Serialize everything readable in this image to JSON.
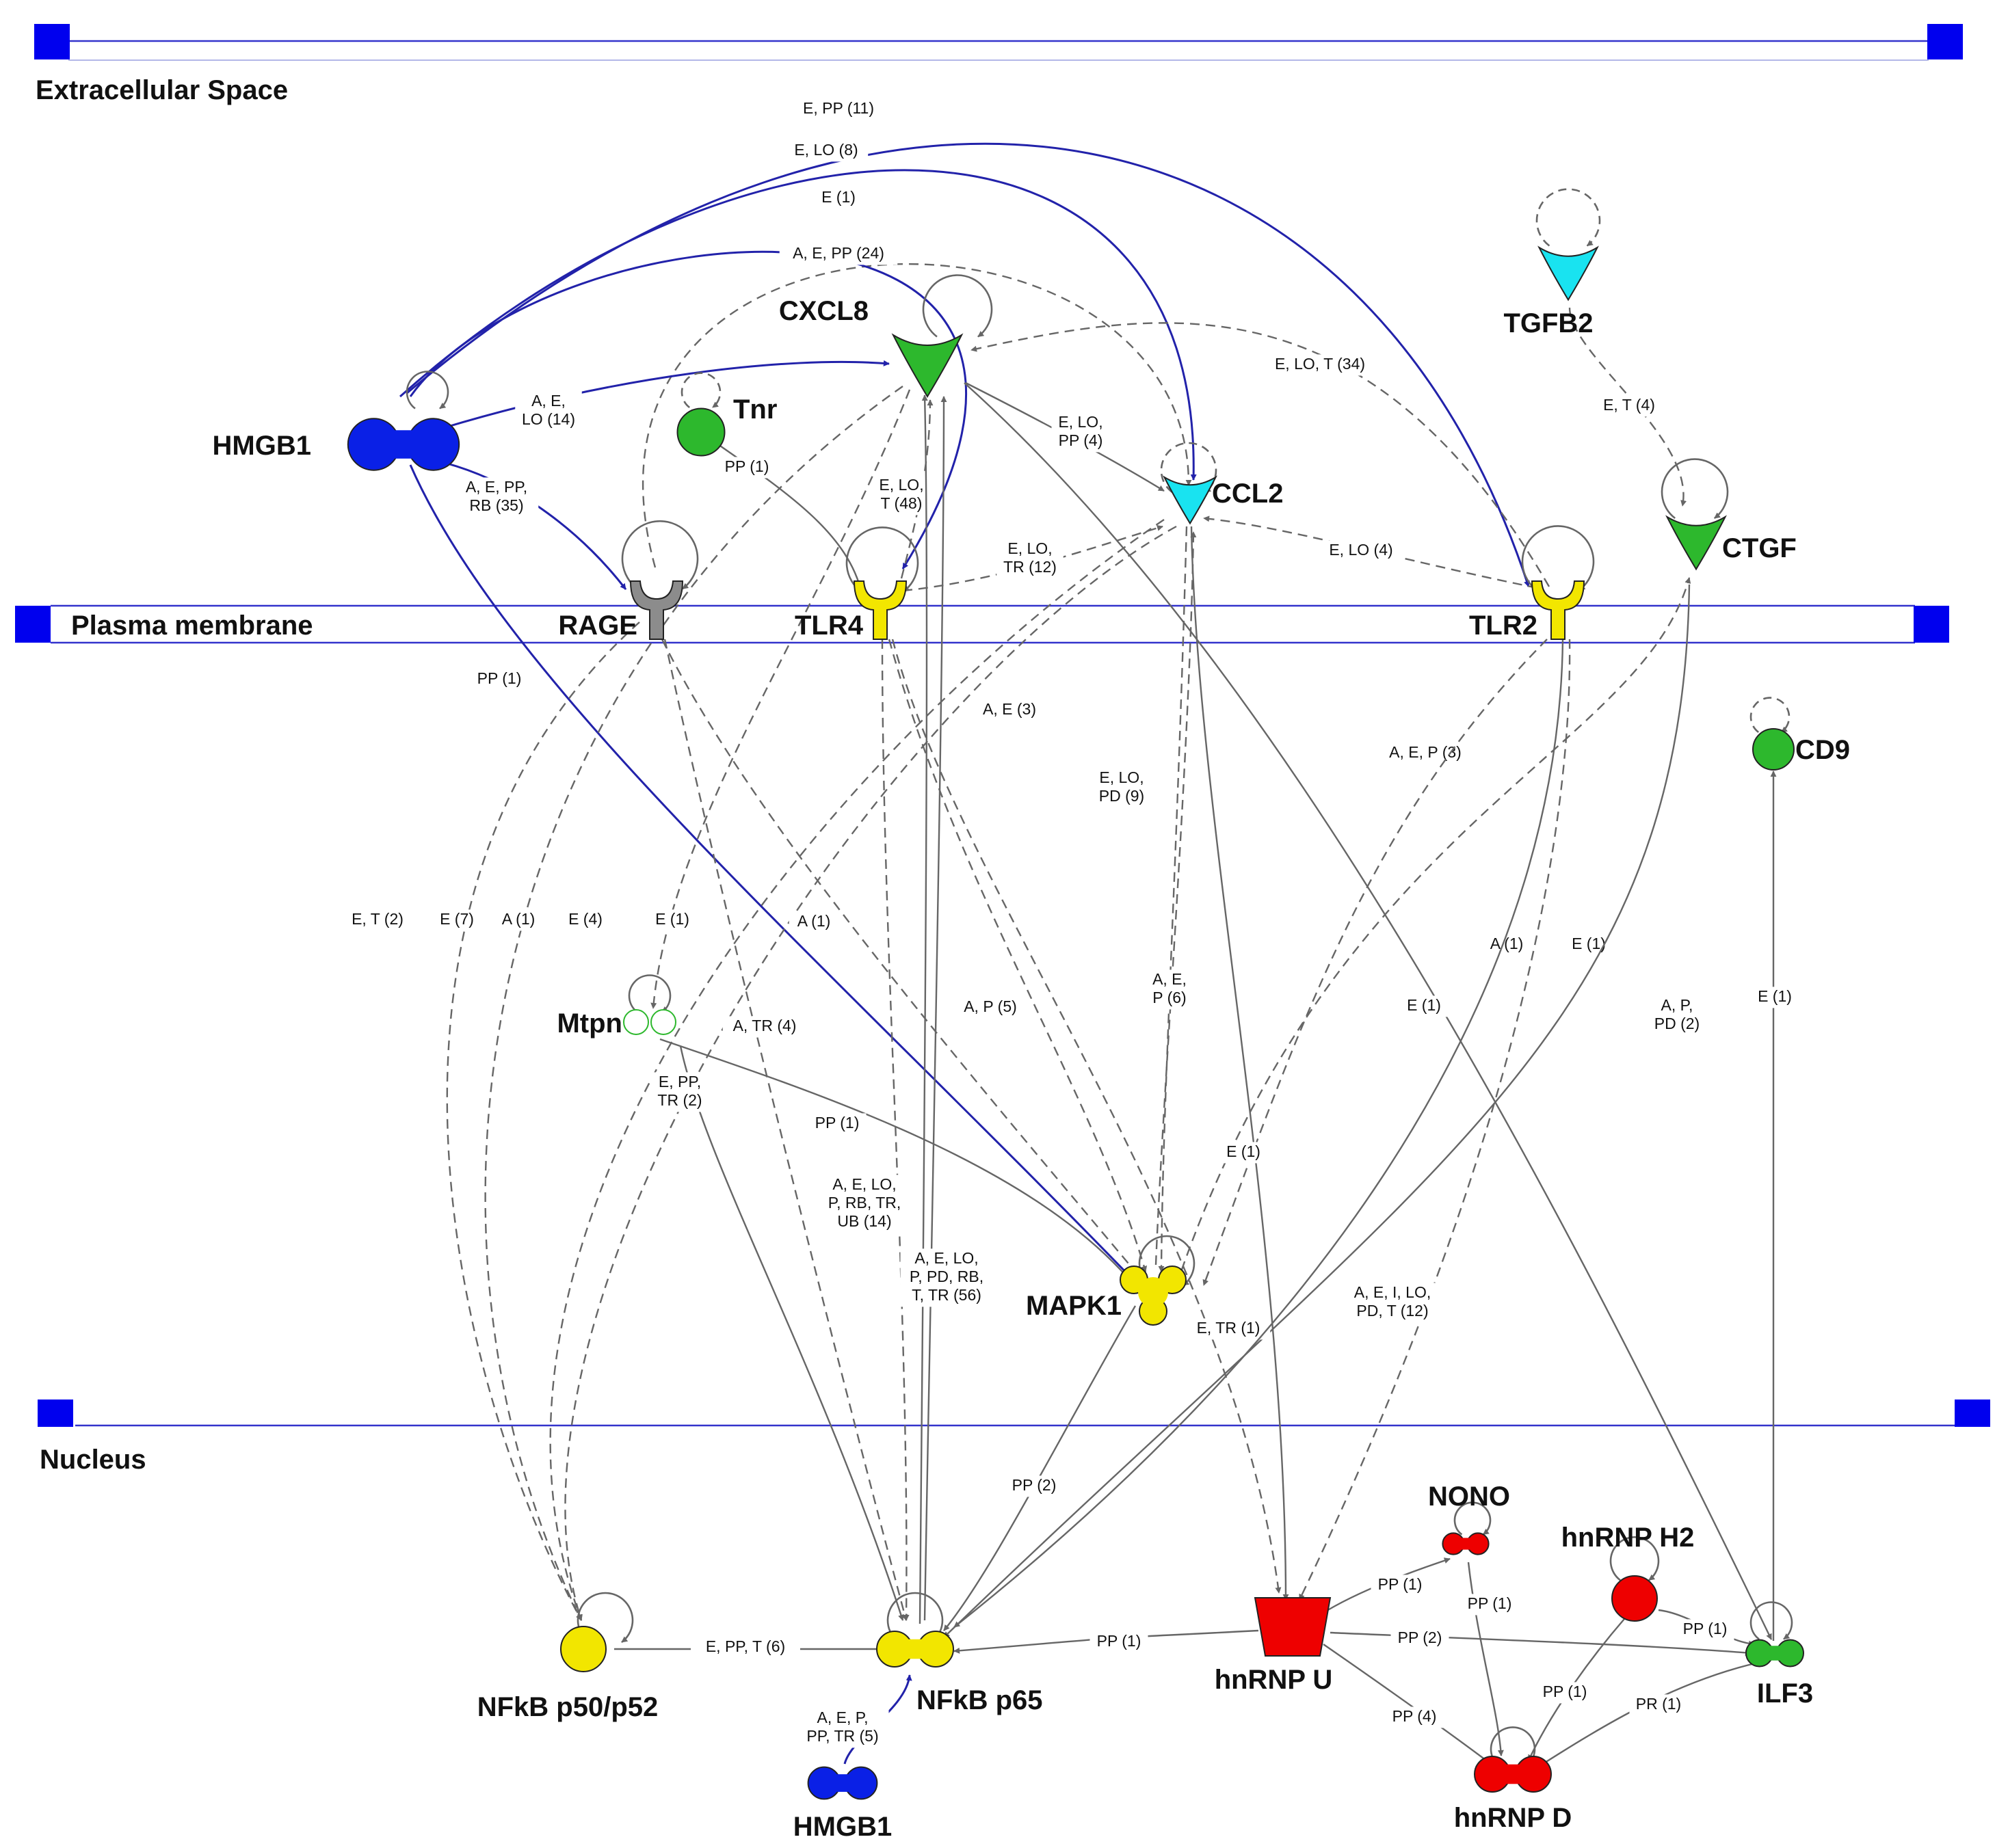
{
  "compartments": [
    {
      "id": "extracellular",
      "label": "Extracellular Space"
    },
    {
      "id": "plasma_membrane",
      "label": "Plasma membrane"
    },
    {
      "id": "nucleus",
      "label": "Nucleus"
    }
  ],
  "colors": {
    "compartment_line": "#3333cc",
    "compartment_marker": "#0000ee",
    "blue_edge": "#2222aa",
    "gray_edge": "#666666",
    "green": "#2db82d",
    "yellow": "#f2e600",
    "cyan": "#19e3f0",
    "blue": "#0a20e6",
    "gray": "#8c8c8c",
    "red": "#ee0000"
  },
  "nodes": [
    {
      "id": "HMGB1_top",
      "label": "HMGB1",
      "shape": "dumbbell",
      "fill": "#0a20e6"
    },
    {
      "id": "Tnr",
      "label": "Tnr",
      "shape": "circle",
      "fill": "#2db82d"
    },
    {
      "id": "CXCL8",
      "label": "CXCL8",
      "shape": "cytokine",
      "fill": "#2db82d"
    },
    {
      "id": "CCL2",
      "label": "CCL2",
      "shape": "cytokine",
      "fill": "#19e3f0"
    },
    {
      "id": "TGFB2",
      "label": "TGFB2",
      "shape": "cytokine",
      "fill": "#19e3f0"
    },
    {
      "id": "CTGF",
      "label": "CTGF",
      "shape": "cytokine",
      "fill": "#2db82d"
    },
    {
      "id": "RAGE",
      "label": "RAGE",
      "shape": "receptor",
      "fill": "#8c8c8c"
    },
    {
      "id": "TLR4",
      "label": "TLR4",
      "shape": "receptor",
      "fill": "#f2e600"
    },
    {
      "id": "TLR2",
      "label": "TLR2",
      "shape": "receptor",
      "fill": "#f2e600"
    },
    {
      "id": "CD9",
      "label": "CD9",
      "shape": "circle",
      "fill": "#2db82d"
    },
    {
      "id": "Mtpn",
      "label": "Mtpn",
      "shape": "dumbbell-outline",
      "fill": "#ffffff"
    },
    {
      "id": "MAPK1",
      "label": "MAPK1",
      "shape": "kinase",
      "fill": "#f2e600"
    },
    {
      "id": "NFkB_p50",
      "label": "NFkB p50/p52",
      "shape": "circle",
      "fill": "#f2e600"
    },
    {
      "id": "NFkB_p65",
      "label": "NFkB p65",
      "shape": "dumbbell",
      "fill": "#f2e600"
    },
    {
      "id": "HMGB1_bottom",
      "label": "HMGB1",
      "shape": "dumbbell",
      "fill": "#0a20e6"
    },
    {
      "id": "hnRNP_U",
      "label": "hnRNP U",
      "shape": "cup",
      "fill": "#ee0000"
    },
    {
      "id": "NONO",
      "label": "NONO",
      "shape": "dumbbell",
      "fill": "#ee0000"
    },
    {
      "id": "hnRNP_H2",
      "label": "hnRNP H2",
      "shape": "circle",
      "fill": "#ee0000"
    },
    {
      "id": "ILF3",
      "label": "ILF3",
      "shape": "dumbbell",
      "fill": "#2db82d"
    },
    {
      "id": "hnRNP_D",
      "label": "hnRNP D",
      "shape": "dumbbell",
      "fill": "#ee0000"
    }
  ],
  "edges": [
    {
      "from": "HMGB1_top",
      "to": "TLR2",
      "label": [
        "E, PP (11)"
      ],
      "color": "blue",
      "dashed": false
    },
    {
      "from": "HMGB1_top",
      "to": "CCL2",
      "label": [
        "E, LO (8)"
      ],
      "color": "blue",
      "dashed": false
    },
    {
      "from": "RAGE",
      "to": "CCL2",
      "label": [
        "E (1)"
      ],
      "color": "gray",
      "dashed": true
    },
    {
      "from": "HMGB1_top",
      "to": "TLR4",
      "label": [
        "A, E, PP (24)"
      ],
      "color": "blue",
      "dashed": false
    },
    {
      "from": "HMGB1_top",
      "to": "CXCL8",
      "label": [
        "A, E,",
        "LO (14)"
      ],
      "color": "blue",
      "dashed": false
    },
    {
      "from": "HMGB1_top",
      "to": "RAGE",
      "label": [
        "A, E, PP,",
        "RB (35)"
      ],
      "color": "blue",
      "dashed": false
    },
    {
      "from": "HMGB1_top",
      "to": "MAPK1",
      "label": [
        "PP (1)"
      ],
      "color": "blue",
      "dashed": false
    },
    {
      "from": "Tnr",
      "to": "TLR4",
      "label": [
        "PP (1)"
      ],
      "color": "gray",
      "dashed": false
    },
    {
      "from": "TLR4",
      "to": "CXCL8",
      "label": [
        "E, LO,",
        "T (48)"
      ],
      "color": "gray",
      "dashed": true
    },
    {
      "from": "TLR4",
      "to": "CCL2",
      "label": [
        "E, LO,",
        "TR (12)"
      ],
      "color": "gray",
      "dashed": true
    },
    {
      "from": "CXCL8",
      "to": "CCL2",
      "label": [
        "E, LO,",
        "PP (4)"
      ],
      "color": "gray",
      "dashed": false
    },
    {
      "from": "TLR2",
      "to": "CXCL8",
      "label": [
        "E, LO, T (34)"
      ],
      "color": "gray",
      "dashed": true
    },
    {
      "from": "TLR2",
      "to": "CCL2",
      "label": [
        "E, LO (4)"
      ],
      "color": "gray",
      "dashed": true
    },
    {
      "from": "TGFB2",
      "to": "CTGF",
      "label": [
        "E, T (4)"
      ],
      "color": "gray",
      "dashed": true
    },
    {
      "from": "NFkB_p65",
      "to": "CXCL8",
      "label": [
        "A, E (3)"
      ],
      "color": "gray",
      "dashed": false
    },
    {
      "from": "MAPK1",
      "to": "CCL2",
      "label": [
        "E, LO,",
        "PD (9)"
      ],
      "color": "gray",
      "dashed": true
    },
    {
      "from": "MAPK1",
      "to": "CTGF",
      "label": [
        "A, E, P (3)"
      ],
      "color": "gray",
      "dashed": true
    },
    {
      "from": "RAGE",
      "to": "NFkB_p50",
      "label": [
        "E, T (2)"
      ],
      "color": "gray",
      "dashed": true
    },
    {
      "from": "CXCL8",
      "to": "NFkB_p50",
      "label": [
        "E (7)"
      ],
      "color": "gray",
      "dashed": true
    },
    {
      "from": "CCL2",
      "to": "NFkB_p50",
      "label": [
        "A (1)"
      ],
      "color": "gray",
      "dashed": true
    },
    {
      "from": "CCL2",
      "to": "NFkB_p50",
      "label": [
        "E (4)"
      ],
      "color": "gray",
      "dashed": true
    },
    {
      "from": "CXCL8",
      "to": "Mtpn",
      "label": [
        "E (1)"
      ],
      "color": "gray",
      "dashed": true
    },
    {
      "from": "RAGE",
      "to": "MAPK1",
      "label": [
        "A (1)"
      ],
      "color": "gray",
      "dashed": true
    },
    {
      "from": "RAGE",
      "to": "NFkB_p65",
      "label": [
        "A, TR (4)"
      ],
      "color": "gray",
      "dashed": true
    },
    {
      "from": "TLR4",
      "to": "MAPK1",
      "label": [
        "A, P (5)"
      ],
      "color": "gray",
      "dashed": true
    },
    {
      "from": "CCL2",
      "to": "MAPK1",
      "label": [
        "A, E,",
        "P (6)"
      ],
      "color": "gray",
      "dashed": true
    },
    {
      "from": "TLR2",
      "to": "MAPK1",
      "label": [
        "A (1)"
      ],
      "color": "gray",
      "dashed": true
    },
    {
      "from": "TLR2",
      "to": "hnRNP_U",
      "label": [
        "E (1)"
      ],
      "color": "gray",
      "dashed": true
    },
    {
      "from": "CTGF",
      "to": "NFkB_p65",
      "label": [
        "A, P,",
        "PD (2)"
      ],
      "color": "gray",
      "dashed": false
    },
    {
      "from": "CD9",
      "to": "ILF3",
      "label": [
        "E (1)"
      ],
      "color": "gray",
      "dashed": false
    },
    {
      "from": "CXCL8",
      "to": "ILF3",
      "label": [
        "E (1)"
      ],
      "color": "gray",
      "dashed": false
    },
    {
      "from": "CCL2",
      "to": "hnRNP_U",
      "label": [
        "E (1)"
      ],
      "color": "gray",
      "dashed": false
    },
    {
      "from": "Mtpn",
      "to": "NFkB_p65",
      "label": [
        "E, PP,",
        "TR (2)"
      ],
      "color": "gray",
      "dashed": false
    },
    {
      "from": "Mtpn",
      "to": "MAPK1",
      "label": [
        "PP (1)"
      ],
      "color": "gray",
      "dashed": false
    },
    {
      "from": "TLR4",
      "to": "NFkB_p65",
      "label": [
        "A, E, LO,",
        "P, RB, TR,",
        "UB (14)"
      ],
      "color": "gray",
      "dashed": true
    },
    {
      "from": "NFkB_p65",
      "to": "CXCL8",
      "label": [
        "A, E, LO,",
        "P, PD, RB,",
        "T, TR (56)"
      ],
      "color": "gray",
      "dashed": false
    },
    {
      "from": "TLR4",
      "to": "hnRNP_U",
      "label": [
        "E, TR (1)"
      ],
      "color": "gray",
      "dashed": true
    },
    {
      "from": "TLR2",
      "to": "NFkB_p65",
      "label": [
        "A, E, I, LO,",
        "PD, T (12)"
      ],
      "color": "gray",
      "dashed": false
    },
    {
      "from": "MAPK1",
      "to": "NFkB_p65",
      "label": [
        "PP (2)"
      ],
      "color": "gray",
      "dashed": false
    },
    {
      "from": "NFkB_p50",
      "to": "NFkB_p65",
      "label": [
        "E, PP, T (6)"
      ],
      "color": "gray",
      "dashed": false
    },
    {
      "from": "hnRNP_U",
      "to": "NFkB_p65",
      "label": [
        "PP (1)"
      ],
      "color": "gray",
      "dashed": false
    },
    {
      "from": "HMGB1_bottom",
      "to": "NFkB_p65",
      "label": [
        "A, E, P,",
        "PP, TR (5)"
      ],
      "color": "blue",
      "dashed": false
    },
    {
      "from": "hnRNP_U",
      "to": "NONO",
      "label": [
        "PP (1)"
      ],
      "color": "gray",
      "dashed": false
    },
    {
      "from": "NONO",
      "to": "hnRNP_D",
      "label": [
        "PP (1)"
      ],
      "color": "gray",
      "dashed": false
    },
    {
      "from": "hnRNP_U",
      "to": "ILF3",
      "label": [
        "PP (2)"
      ],
      "color": "gray",
      "dashed": false
    },
    {
      "from": "hnRNP_U",
      "to": "hnRNP_D",
      "label": [
        "PP (4)"
      ],
      "color": "gray",
      "dashed": false
    },
    {
      "from": "hnRNP_H2",
      "to": "ILF3",
      "label": [
        "PP (1)"
      ],
      "color": "gray",
      "dashed": false
    },
    {
      "from": "hnRNP_H2",
      "to": "hnRNP_D",
      "label": [
        "PP (1)"
      ],
      "color": "gray",
      "dashed": false
    },
    {
      "from": "ILF3",
      "to": "hnRNP_D",
      "label": [
        "PR (1)"
      ],
      "color": "gray",
      "dashed": false
    }
  ]
}
